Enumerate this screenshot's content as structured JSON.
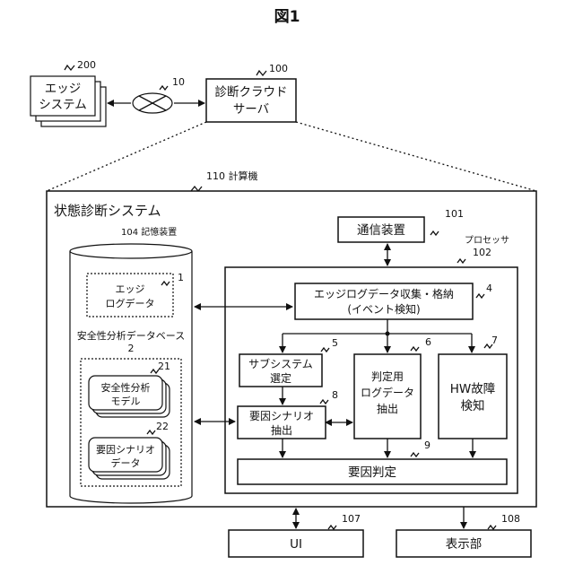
{
  "figure_title": "図1",
  "edge": {
    "label_line1": "エッジ",
    "label_line2": "システム",
    "ref": "200"
  },
  "network": {
    "ref": "10"
  },
  "cloud_server": {
    "label_line1": "診断クラウド",
    "label_line2": "サーバ",
    "ref": "100"
  },
  "computer": {
    "label": "110 計算機"
  },
  "system": {
    "label": "状態診断システム"
  },
  "comm": {
    "label": "通信装置",
    "ref": "101"
  },
  "processor": {
    "label": "プロセッサ",
    "ref": "102"
  },
  "storage": {
    "label": "104 記憶装置"
  },
  "edge_log": {
    "line1": "エッジ",
    "line2": "ログデータ",
    "ref": "1"
  },
  "database": {
    "label": "安全性分析データベース",
    "ref": "2"
  },
  "safety_model": {
    "line1": "安全性分析",
    "line2": "モデル",
    "ref": "21"
  },
  "scenario_data": {
    "line1": "要因シナリオ",
    "line2": "データ",
    "ref": "22"
  },
  "collect": {
    "line1": "エッジログデータ収集・格納",
    "line2": "(イベント検知)",
    "ref": "4"
  },
  "subsystem": {
    "line1": "サブシステム",
    "line2": "選定",
    "ref": "5"
  },
  "judge_log": {
    "line1": "判定用",
    "line2": "ログデータ",
    "line3": "抽出",
    "ref": "6"
  },
  "hw_fault": {
    "line1": "HW故障",
    "line2": "検知",
    "ref": "7"
  },
  "scenario_extract": {
    "line1": "要因シナリオ",
    "line2": "抽出",
    "ref": "8"
  },
  "cause_judge": {
    "label": "要因判定",
    "ref": "9"
  },
  "ui": {
    "label": "UI",
    "ref": "107"
  },
  "display": {
    "label": "表示部",
    "ref": "108"
  }
}
